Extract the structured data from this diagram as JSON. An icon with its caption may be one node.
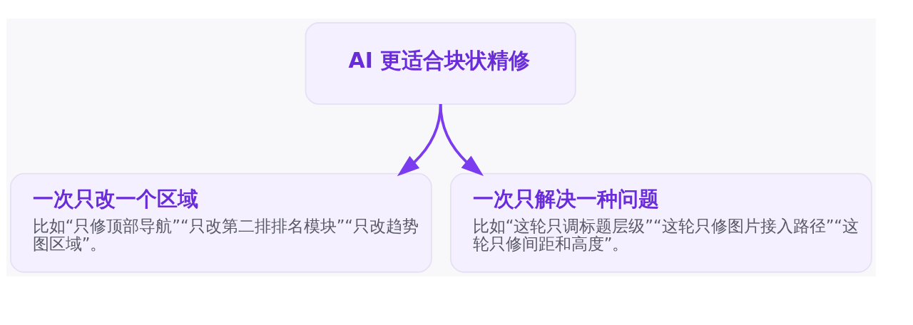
{
  "diagram": {
    "nodes": [
      {
        "text": [
          "AI 更适合块状精修"
        ]
      },
      {
        "text": [
          "一次只改一个区域",
          "比如“只修顶部导航”“只改第二排排名模块”“只改趋势图区域”。"
        ]
      },
      {
        "text": [
          "一次只解决一种问题",
          "比如“这轮只调标题层级”“这轮只修图片接入路径”“这轮只修间距和高度”。"
        ]
      }
    ],
    "edges": [
      {
        "from": 0,
        "to": 1,
        "arrow": "to"
      },
      {
        "from": 0,
        "to": 2,
        "arrow": "to"
      }
    ]
  }
}
